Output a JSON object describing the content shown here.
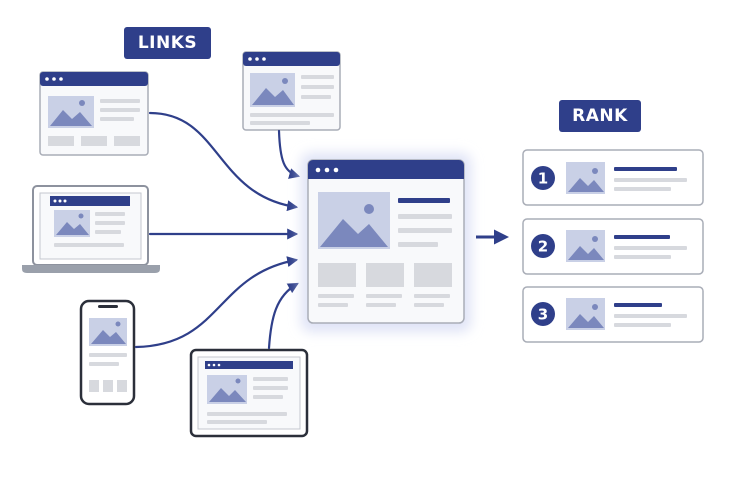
{
  "labels": {
    "links": "LINKS",
    "rank": "RANK"
  },
  "ranks": [
    "1",
    "2",
    "3"
  ],
  "colors": {
    "navy": "#2f3f8a",
    "frame": "#a9adb7",
    "window_bg": "#f8f9fb",
    "image_bg": "#c9d0e6",
    "image_fg": "#7b88bd",
    "placeholder": "#d7d9de",
    "glow": "#dfe3f6"
  },
  "icons": {
    "hub": "webpage-icon",
    "sources": [
      "browser-window-icon",
      "laptop-icon",
      "phone-icon",
      "browser-window-icon",
      "tablet-icon"
    ],
    "results": "search-result-card-icon"
  }
}
